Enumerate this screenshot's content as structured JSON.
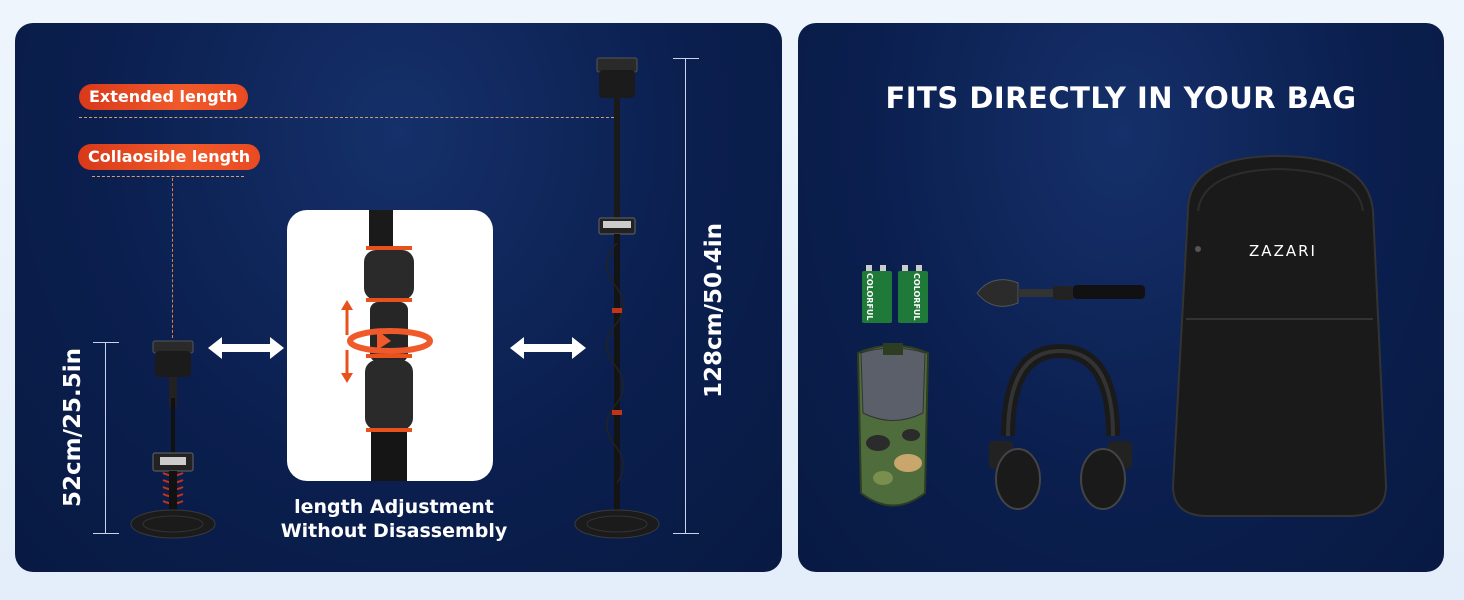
{
  "left": {
    "extended_label": "Extended length",
    "collapsible_label": "Collaosible length",
    "short_measure": "52cm/25.5in",
    "long_measure": "128cm/50.4in",
    "caption_line1": "length Adjustment",
    "caption_line2": "Without Disassembly"
  },
  "right": {
    "title": "FITS DIRECTLY IN YOUR BAG",
    "battery_brand": "COLORFUL",
    "backpack_brand": "ZAZARI"
  },
  "colors": {
    "accent": "#f05a2a",
    "panel": "#0b1f4f"
  }
}
